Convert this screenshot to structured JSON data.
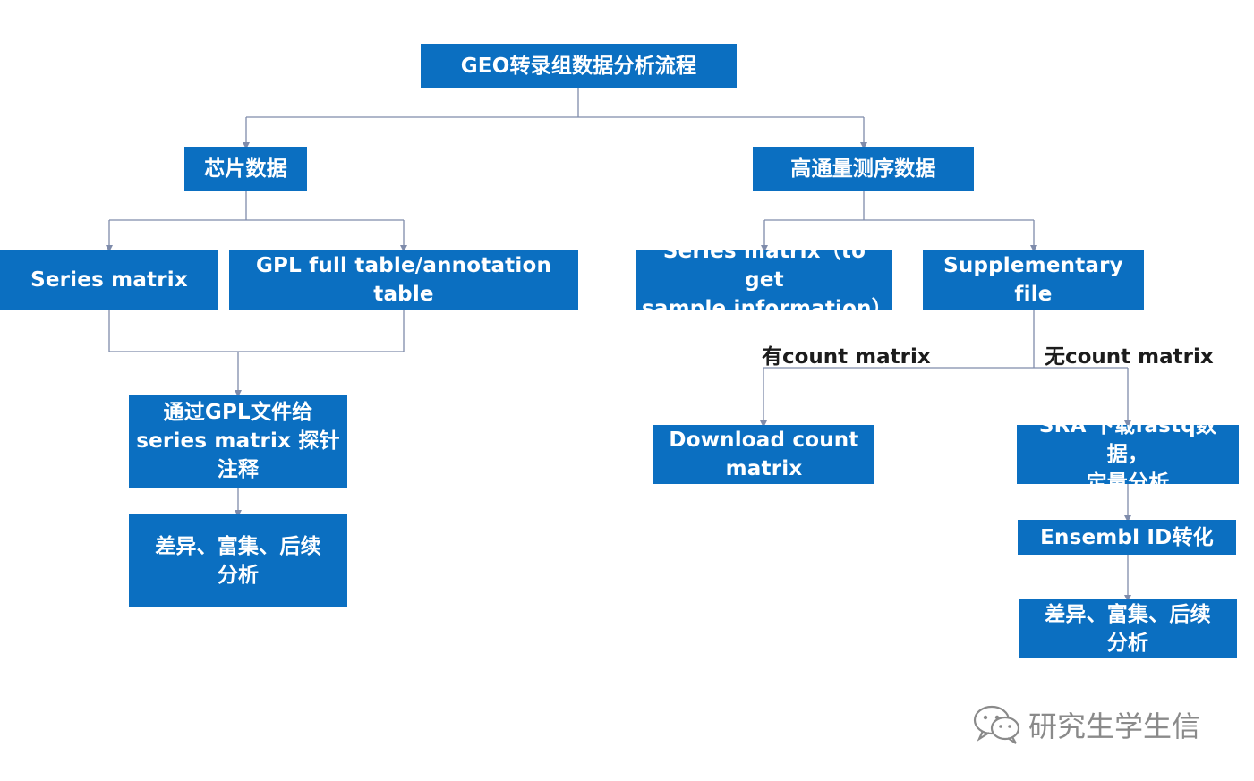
{
  "theme": {
    "node_fill": "#0b6fc1",
    "node_text": "#ffffff",
    "connector": "#7f8cab",
    "label_text": "#1c1c1c",
    "watermark_text": "#8a8a8a"
  },
  "nodes": {
    "root": "GEO转录组数据分析流程",
    "microarray": "芯片数据",
    "hts": "高通量测序数据",
    "series_matrix": "Series matrix",
    "gpl_table": "GPL full table/annotation\ntable",
    "series_matrix_sample": "Series matrix（to get\nsample information）",
    "supplementary": "Supplementary\nfile",
    "gpl_annotation": "通过GPL文件给\nseries matrix 探针\n注释",
    "downstream_left": "差异、富集、后续\n分析",
    "download_count": "Download count\nmatrix",
    "sra_fastq": "SRA 下载fastq数据，\n定量分析",
    "ensembl_id": "Ensembl ID转化",
    "downstream_right": "差异、富集、后续\n分析"
  },
  "edge_labels": {
    "with_count": "有count matrix",
    "without_count": "无count matrix"
  },
  "watermark": {
    "icon": "wechat-icon",
    "text": "研究生学生信"
  }
}
